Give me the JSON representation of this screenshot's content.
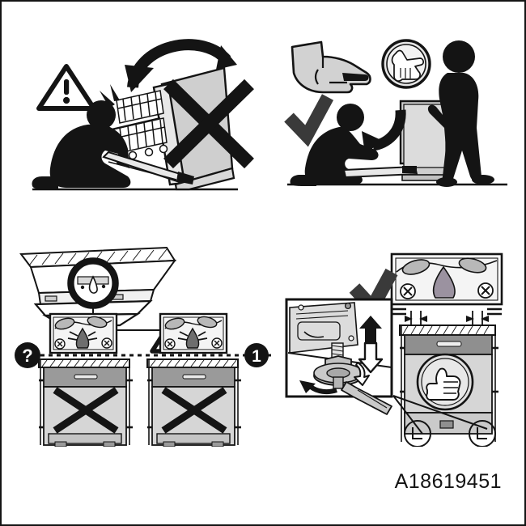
{
  "document": {
    "code": "A18619451",
    "type": "appliance-installation-instruction-sheet",
    "border_color": "#141414",
    "background_color": "#ffffff"
  },
  "palette": {
    "black": "#141414",
    "dark_gray": "#3a3a3a",
    "mid_gray": "#7d7d7d",
    "light_gray": "#cfcfcf",
    "pale_gray": "#e3e3e3",
    "panel_fill": "#d2d2d2",
    "white": "#ffffff"
  },
  "panels": [
    {
      "id": "panel-top-left",
      "name": "incorrect-single-person-tilt",
      "verdict": "prohibited",
      "verdict_symbol": "X",
      "icons": [
        "warning-triangle-icon",
        "cross-mark-icon",
        "rotation-arrow-icon",
        "impact-burst-icon"
      ],
      "elements": [
        {
          "name": "warning-triangle-icon",
          "label": "!"
        },
        {
          "name": "kneeling-person-figure",
          "label": "person kneeling"
        },
        {
          "name": "appliance-body",
          "label": "tilted appliance"
        },
        {
          "name": "dishwasher-racks",
          "label": "internal racks"
        },
        {
          "name": "curved-rotation-arrow",
          "label": "tipping direction"
        },
        {
          "name": "impact-burst-icon",
          "label": "collision burst"
        },
        {
          "name": "prohibition-cross",
          "label": "X"
        },
        {
          "name": "floor-line",
          "label": "floor"
        }
      ]
    },
    {
      "id": "panel-top-right",
      "name": "correct-two-person-handling",
      "verdict": "approved",
      "verdict_symbol": "✓",
      "icons": [
        "pointing-hand-icon",
        "protective-glove-icon",
        "check-mark-icon",
        "curved-arrow-icon"
      ],
      "elements": [
        {
          "name": "pointing-hand-icon",
          "label": "pointing hand"
        },
        {
          "name": "protective-glove-icon",
          "label": "wear protective gloves"
        },
        {
          "name": "check-mark-icon",
          "label": "✓"
        },
        {
          "name": "kneeling-person-figure",
          "label": "person kneeling"
        },
        {
          "name": "standing-person-figure",
          "label": "person standing"
        },
        {
          "name": "appliance-body",
          "label": "upright appliance"
        },
        {
          "name": "curved-arrow-icon",
          "label": "lowering direction"
        },
        {
          "name": "floor-line",
          "label": "floor"
        }
      ]
    },
    {
      "id": "panel-bottom-left",
      "name": "incorrect-transport-bolts-left-in-place",
      "verdict": "prohibited",
      "verdict_symbol": "X",
      "icons": [
        "warning-triangle-icon",
        "question-badge-icon",
        "cross-mark-icon",
        "magnifier-circle-icon"
      ],
      "elements": [
        {
          "name": "underside-view",
          "label": "appliance underside"
        },
        {
          "name": "magnifier-circle-icon",
          "label": "detail callout"
        },
        {
          "name": "warning-triangle-icon",
          "label": "!"
        },
        {
          "name": "transport-bolt-detail-left",
          "label": "bolt still fitted"
        },
        {
          "name": "transport-bolt-detail-right",
          "label": "bolt still fitted"
        },
        {
          "name": "appliance-front-left",
          "label": "appliance front"
        },
        {
          "name": "appliance-front-right",
          "label": "appliance front"
        },
        {
          "name": "prohibition-cross-left",
          "label": "X"
        },
        {
          "name": "prohibition-cross-right",
          "label": "X"
        },
        {
          "name": "countertop-hatch",
          "label": "worktop"
        }
      ],
      "badges": [
        {
          "name": "question-badge",
          "label": "?"
        },
        {
          "name": "step-badge",
          "label": "1"
        }
      ],
      "connector": {
        "name": "dotted-connector-line",
        "style": "dotted"
      }
    },
    {
      "id": "panel-bottom-right",
      "name": "correct-feet-adjusted-after-bolt-removal",
      "verdict": "approved",
      "verdict_symbol": "✓",
      "icons": [
        "check-mark-icon",
        "thumbs-up-icon",
        "up-arrow-icon",
        "down-arrow-icon",
        "rotate-arrow-icon",
        "wrench-icon"
      ],
      "elements": [
        {
          "name": "check-mark-icon",
          "label": "✓"
        },
        {
          "name": "transport-bolt-detail-removed",
          "label": "bolt hole covered"
        },
        {
          "name": "levelling-foot-detail-box",
          "label": "levelling foot close-up"
        },
        {
          "name": "up-arrow-icon",
          "label": "raise"
        },
        {
          "name": "down-arrow-icon",
          "label": "lower"
        },
        {
          "name": "rotate-arrow-icon",
          "label": "turn foot"
        },
        {
          "name": "wrench-icon",
          "label": "spanner"
        },
        {
          "name": "appliance-front",
          "label": "installed appliance"
        },
        {
          "name": "thumbs-up-icon",
          "label": "correct result"
        },
        {
          "name": "clearance-dimension-left",
          "label": "gap"
        },
        {
          "name": "clearance-dimension-right",
          "label": "gap"
        },
        {
          "name": "countertop-hatch",
          "label": "worktop"
        },
        {
          "name": "foot-circle-left",
          "label": "foot contact"
        },
        {
          "name": "foot-circle-right",
          "label": "foot contact"
        }
      ]
    }
  ]
}
